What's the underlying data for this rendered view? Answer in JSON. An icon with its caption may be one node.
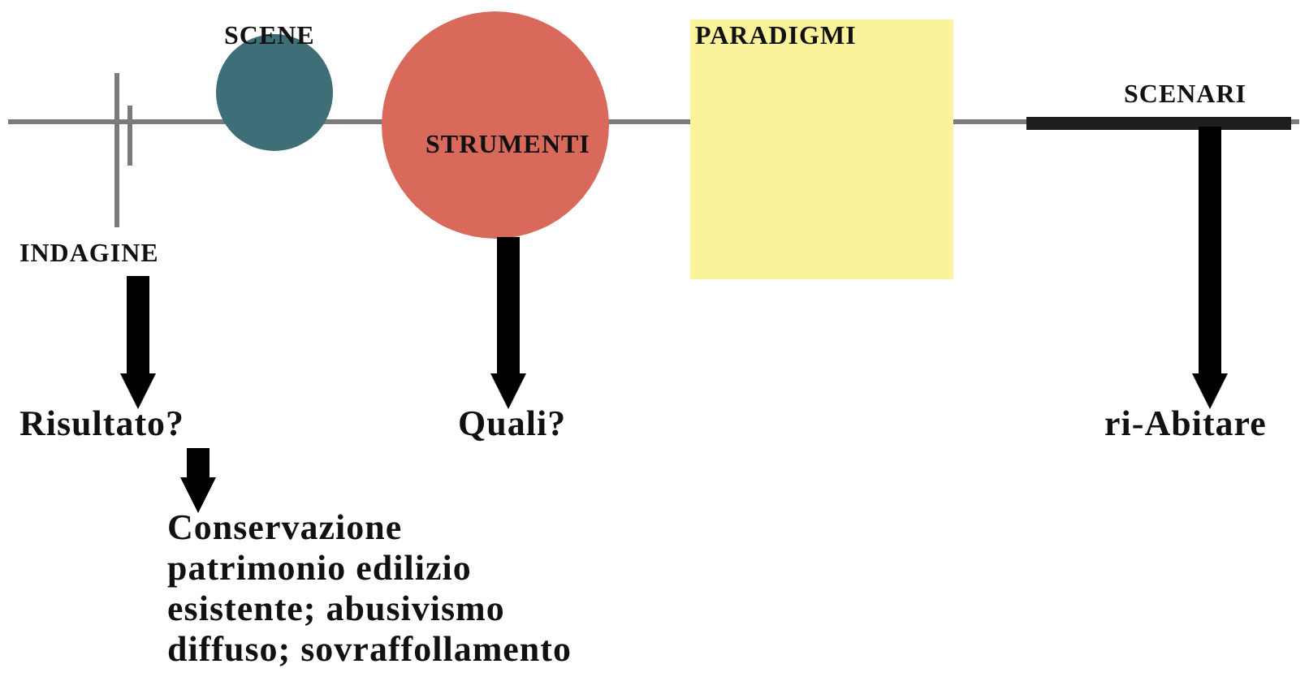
{
  "diagram": {
    "nodes": [
      {
        "text": [
          "INDAGINE"
        ]
      },
      {
        "text": [
          "SCENE"
        ]
      },
      {
        "text": [
          "STRUMENTI"
        ]
      },
      {
        "text": [
          "PARADIGMI"
        ]
      },
      {
        "text": [
          "SCENARI"
        ]
      },
      {
        "text": [
          "Risultato?"
        ]
      },
      {
        "text": [
          "Quali?"
        ]
      },
      {
        "text": [
          "ri-Abitare"
        ]
      },
      {
        "text": [
          "Conservazione patrimonio edilizio esistente; abusivismo diffuso; sovraffollamento"
        ]
      }
    ],
    "edges": [
      {
        "from": 0,
        "to": 5,
        "arrow": "to"
      },
      {
        "from": 2,
        "to": 6,
        "arrow": "to"
      },
      {
        "from": 4,
        "to": 7,
        "arrow": "to"
      },
      {
        "from": 5,
        "to": 8,
        "arrow": "to"
      }
    ]
  }
}
